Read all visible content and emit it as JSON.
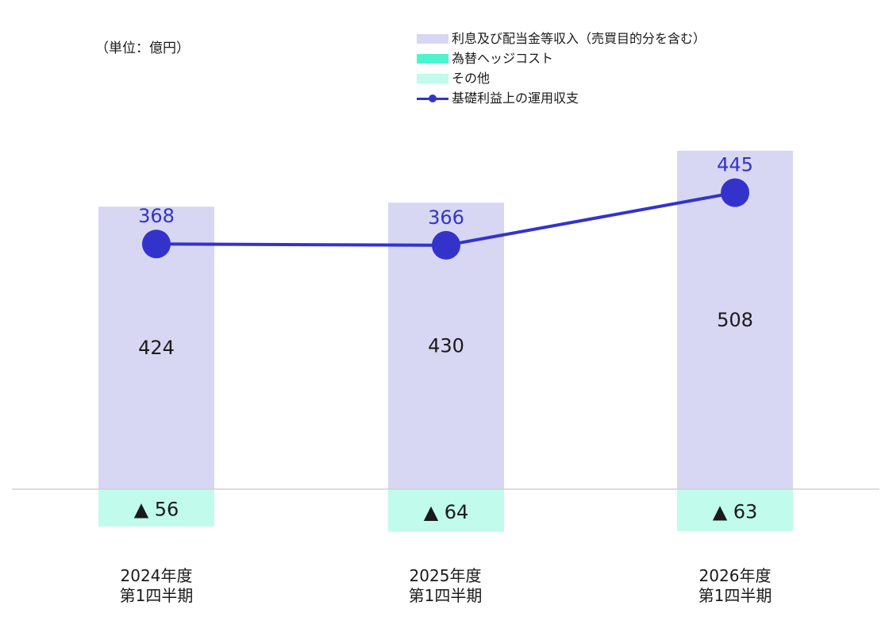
{
  "unit_label": "（単位：億円）",
  "colors": {
    "income": "#d7d7f3",
    "hedge": "#4cf5cf",
    "other": "#c0fbeb",
    "line": "#3333cc",
    "axis": "#d0d0d0"
  },
  "legend": [
    {
      "label": "利息及び配当金等収入（売買目的分を含む）",
      "kind": "swatch",
      "color_key": "income"
    },
    {
      "label": "為替ヘッジコスト",
      "kind": "swatch",
      "color_key": "hedge"
    },
    {
      "label": "その他",
      "kind": "swatch",
      "color_key": "other"
    },
    {
      "label": "基礎利益上の運用収支",
      "kind": "line",
      "color_key": "line"
    }
  ],
  "chart_data": {
    "type": "bar",
    "categories": [
      [
        "2024年度",
        "第1四半期"
      ],
      [
        "2025年度",
        "第1四半期"
      ],
      [
        "2026年度",
        "第1四半期"
      ]
    ],
    "series": [
      {
        "name": "利息及び配当金等収入（売買目的分を含む）",
        "type": "bar",
        "values": [
          424,
          430,
          508
        ],
        "labels": [
          "424",
          "430",
          "508"
        ]
      },
      {
        "name": "その他",
        "type": "bar",
        "values": [
          -56,
          -64,
          -63
        ],
        "labels": [
          "▲ 56",
          "▲ 64",
          "▲ 63"
        ]
      },
      {
        "name": "基礎利益上の運用収支",
        "type": "line",
        "values": [
          368,
          366,
          445
        ],
        "labels": [
          "368",
          "366",
          "445"
        ]
      }
    ],
    "ylim": [
      -80,
      560
    ],
    "grid": false,
    "legend_position": "top-right"
  }
}
